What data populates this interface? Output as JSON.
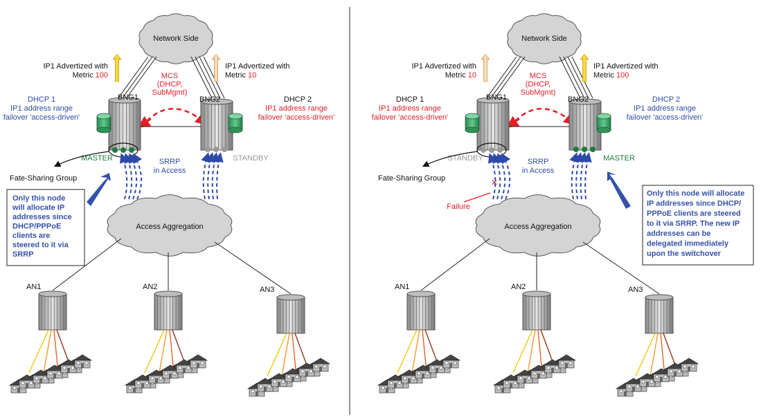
{
  "colors": {
    "black": "#111111",
    "blue": "#2e4aa8",
    "red": "#e31f26",
    "green": "#1f7a3c",
    "grey": "#9a9a9a",
    "yellow": "#f2c200",
    "peach": "#f6c9a4",
    "cloud": "#d4d4d4",
    "callout_blue": "#3552a8",
    "cylinder": "#3ba86a"
  },
  "icons": {
    "cloud": "cloud-icon",
    "router": "router-icon",
    "access_node": "access-node-icon",
    "database": "database-cylinder-icon",
    "house": "house-icon",
    "arrow": "arrow-icon"
  },
  "left": {
    "network_side": "Network Side",
    "access_aggregation": "Access Aggregation",
    "ip_left": {
      "line1": "IP1 Advertized with",
      "prefix": "Metric ",
      "value": "100",
      "value_color": "red"
    },
    "ip_right": {
      "line1": "IP1 Advertized with",
      "prefix": "Metric ",
      "value": "10",
      "value_color": "red"
    },
    "mcs": [
      "MCS",
      "(DHCP,",
      "SubMgmt)"
    ],
    "bng1": "BNG1",
    "bng2": "BNG2",
    "dhcp1": {
      "lines": [
        "DHCP 1",
        "IP1 address range",
        "failover 'access-driven'"
      ],
      "color": "blue"
    },
    "dhcp2": {
      "title": "DHCP 2",
      "lines": [
        "IP1 address range",
        "failover 'access-driven'"
      ],
      "color": "red"
    },
    "bng1_state": {
      "text": "MASTER",
      "color": "green"
    },
    "bng2_state": {
      "text": "STANDBY",
      "color": "grey"
    },
    "srrp": [
      "SRRP",
      "in Access"
    ],
    "fate_sharing": "Fate-Sharing Group",
    "callout": [
      "Only this node",
      "will allocate IP",
      "addresses since",
      "DHCP/PPPoE",
      "clients are",
      "steered to it via",
      "SRRP"
    ],
    "an1": "AN1",
    "an2": "AN2",
    "an3": "AN3"
  },
  "right": {
    "network_side": "Network Side",
    "access_aggregation": "Access Aggregation",
    "ip_left": {
      "line1": "IP1 Advertized with",
      "prefix": "Metric ",
      "value": "10",
      "value_color": "red"
    },
    "ip_right": {
      "line1": "IP1 Advertized with",
      "prefix": "Metric ",
      "value": "100",
      "value_color": "red"
    },
    "mcs": [
      "MCS",
      "(DHCP,",
      "SubMgmt)"
    ],
    "bng1": "BNG1",
    "bng2": "BNG2",
    "dhcp1": {
      "lines": [
        "DHCP 1",
        "IP1 address range",
        "failover 'access-driven'"
      ],
      "color": "red"
    },
    "dhcp2": {
      "title": "DHCP 2",
      "lines": [
        "IP1 address range",
        "failover 'access-driven'"
      ],
      "color": "blue"
    },
    "bng1_state": {
      "text": "STANDBY",
      "color": "grey"
    },
    "bng2_state": {
      "text": "MASTER",
      "color": "green"
    },
    "srrp": [
      "SRRP",
      "in Access"
    ],
    "fate_sharing": "Fate-Sharing Group",
    "failure": "Failure",
    "callout": [
      "Only this node will allocate",
      "IP addresses since DHCP/",
      "PPPoE clients are steered",
      "to it via SRRP. The new IP",
      "addresses can be",
      "delegated immediately",
      "upon the switchover"
    ],
    "an1": "AN1",
    "an2": "AN2",
    "an3": "AN3"
  }
}
